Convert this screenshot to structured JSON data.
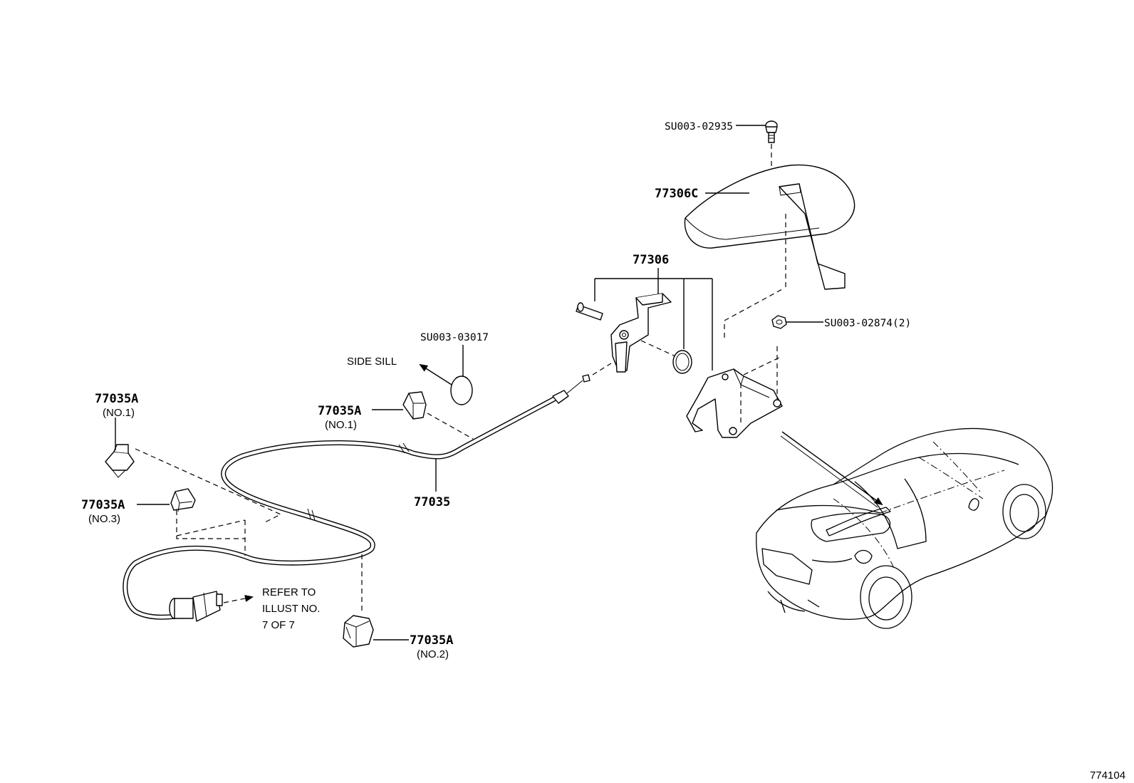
{
  "labels": {
    "bolt_top": "SU003-02935",
    "cover": "77306C",
    "lever_assy": "77306",
    "nut": "SU003-02874(2)",
    "grommet": "SU003-03017",
    "side_sill": "SIDE SILL",
    "cable": "77035",
    "clamp_no1_left": "77035A",
    "clamp_no1_left_sub": "(NO.1)",
    "clamp_no1_mid": "77035A",
    "clamp_no1_mid_sub": "(NO.1)",
    "clamp_no3": "77035A",
    "clamp_no3_sub": "(NO.3)",
    "clamp_no2": "77035A",
    "clamp_no2_sub": "(NO.2)",
    "refer_line1": "REFER TO",
    "refer_line2": "ILLUST NO.",
    "refer_line3": "7 OF 7",
    "illustration_number": "774104"
  }
}
